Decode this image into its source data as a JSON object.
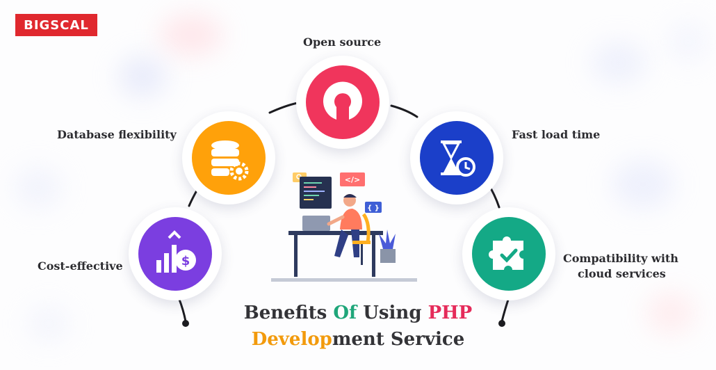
{
  "brand": {
    "logo_text": "BIGSCAL",
    "logo_color": "#e0282e"
  },
  "features": [
    {
      "label": "Open source",
      "icon": "open-source-icon",
      "color": "#f0355c"
    },
    {
      "label": "Database flexibility",
      "icon": "database-gear-icon",
      "color": "#ffa10a"
    },
    {
      "label": "Fast load time",
      "icon": "hourglass-clock-icon",
      "color": "#1b3fc9"
    },
    {
      "label": "Cost-effective",
      "icon": "dollar-growth-icon",
      "color": "#7b3ee0"
    },
    {
      "label": "Compatibility with",
      "label_line2": "cloud services",
      "icon": "puzzle-check-icon",
      "color": "#14a986"
    }
  ],
  "title": {
    "line1_part1": "Benefits ",
    "line1_part2": "Of",
    "line1_part3": " Using ",
    "line1_part4": "PHP",
    "line2_part1": "Develop",
    "line2_part2": "ment Service",
    "colors": {
      "dark": "#333337",
      "green": "#1fa67a",
      "red": "#e52b5a",
      "orange": "#f29a0c"
    }
  },
  "illustration": {
    "code_tag": "</>",
    "brace_tag": "{ }",
    "search_tag": "search-icon"
  }
}
